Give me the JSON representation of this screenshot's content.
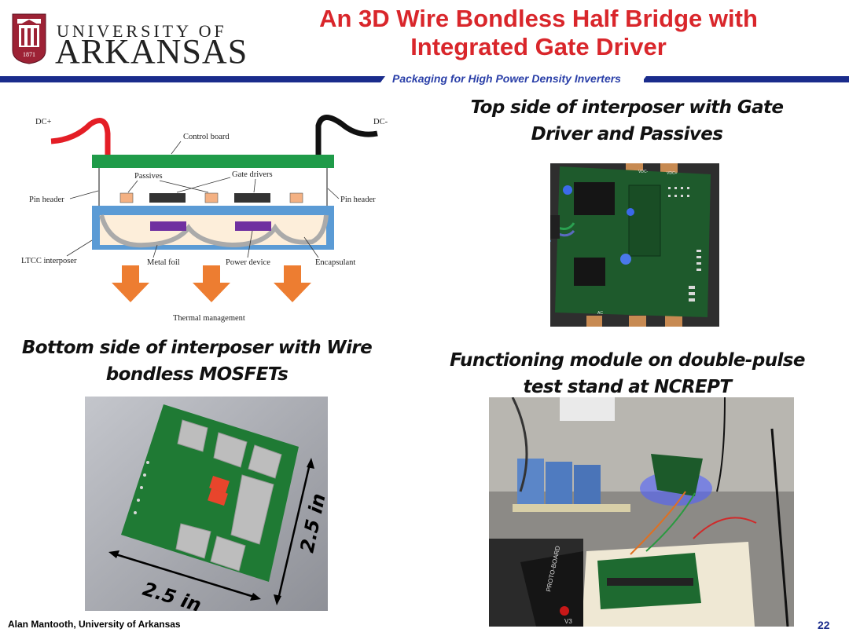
{
  "header": {
    "university_top": "UNIVERSITY OF",
    "university_main": "ARKANSAS",
    "seal_year": "1871",
    "title_line1": "An 3D Wire Bondless Half Bridge with",
    "title_line2": "Integrated Gate Driver",
    "subtitle": "Packaging for High Power Density Inverters"
  },
  "diagram": {
    "dc_plus": "DC+",
    "dc_minus": "DC-",
    "control_board": "Control board",
    "passives": "Passives",
    "gate_drivers": "Gate drivers",
    "pin_header_left": "Pin header",
    "pin_header_right": "Pin header",
    "ltcc_interposer": "LTCC interposer",
    "metal_foil": "Metal foil",
    "power_device": "Power device",
    "encapsulant": "Encapsulant",
    "thermal_management": "Thermal management"
  },
  "captions": {
    "top_line1": "Top side of interposer with Gate",
    "top_line2": "Driver and Passives",
    "bottom_line1": "Bottom side of interposer with Wire",
    "bottom_line2": "bondless MOSFETs",
    "func_line1": "Functioning module on double-pulse",
    "func_line2": "test stand at NCREPT"
  },
  "photo_labels": {
    "dim_horizontal": "2.5 in",
    "dim_vertical": "2.5 in",
    "vdc_left": "VDC-",
    "vdc_right": "VDC+",
    "ac": "AC",
    "protoboard": "PROTO-BOARD",
    "v3": "V3"
  },
  "footer": {
    "author": "Alan Mantooth, University of Arkansas",
    "page": "22"
  },
  "colors": {
    "title_red": "#d9262b",
    "accent_blue": "#1a2c8c",
    "board_green": "#1f8a3a",
    "interposer_blue": "#5b9bd5",
    "arrow_orange": "#ed7d31"
  }
}
